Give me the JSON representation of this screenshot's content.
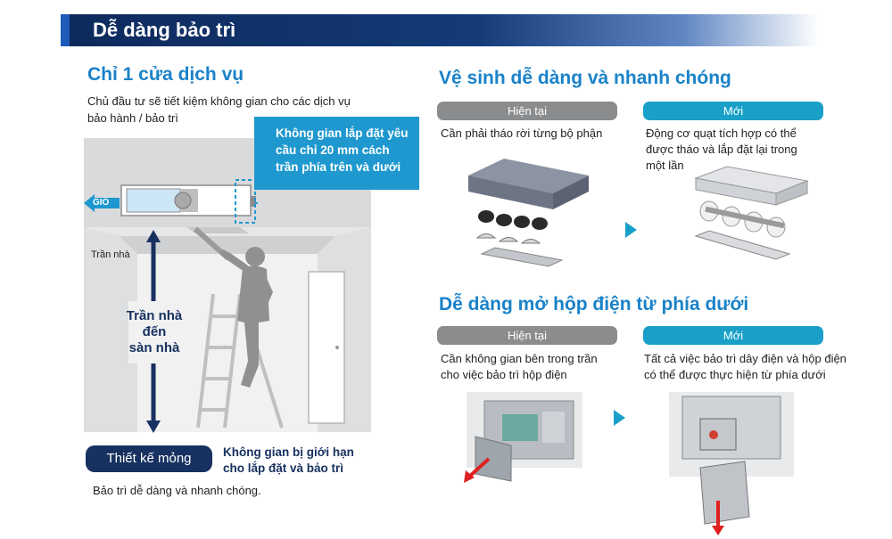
{
  "header": {
    "title": "Dễ dàng bảo trì"
  },
  "service": {
    "title": "Chỉ 1 cửa dịch vụ",
    "desc_line1": "Chủ đầu tư sẽ tiết kiệm không gian cho các dịch vụ",
    "desc_line2": "bảo hành / bảo trì",
    "callout_line1": "Không gian lắp đặt yêu",
    "callout_line2": "cầu chỉ 20 mm cách",
    "callout_line3": "trần phía trên và dưới",
    "wind_label": "GIÓ",
    "ceiling_label": "Trần nhà",
    "room_line1": "Trần nhà",
    "room_line2": "đến",
    "room_line3": "sàn nhà",
    "thin_label": "Thiết kế mỏng",
    "thin_note_line1": "Không gian bị giới hạn",
    "thin_note_line2": "cho lắp đặt và bảo trì",
    "footer": "Bảo trì dễ dàng và nhanh chóng."
  },
  "cleaning": {
    "title": "Vệ sinh dễ dàng và nhanh chóng",
    "current_label": "Hiện tại",
    "new_label": "Mới",
    "current_text": "Cần phải tháo rời từng bộ phận",
    "new_line1": "Động cơ quạt tích hợp có thể",
    "new_line2": "được tháo và lắp đặt lại trong",
    "new_line3": "một lần"
  },
  "electrical": {
    "title": "Dễ dàng mở hộp điện từ phía dưới",
    "current_label": "Hiện tại",
    "new_label": "Mới",
    "current_line1": "Cần không gian bên trong trần",
    "current_line2": "cho việc bảo trì hộp điện",
    "new_line1": "Tất cả việc bảo trì dây điện và hộp điện",
    "new_line2": "có thể được thực hiện từ phía dưới"
  },
  "colors": {
    "navy": "#173160",
    "accent_blue": "#1a82c8",
    "teal": "#1aa0c8",
    "grey_pill": "#8a8c8e",
    "red_arrow": "#e02020"
  }
}
